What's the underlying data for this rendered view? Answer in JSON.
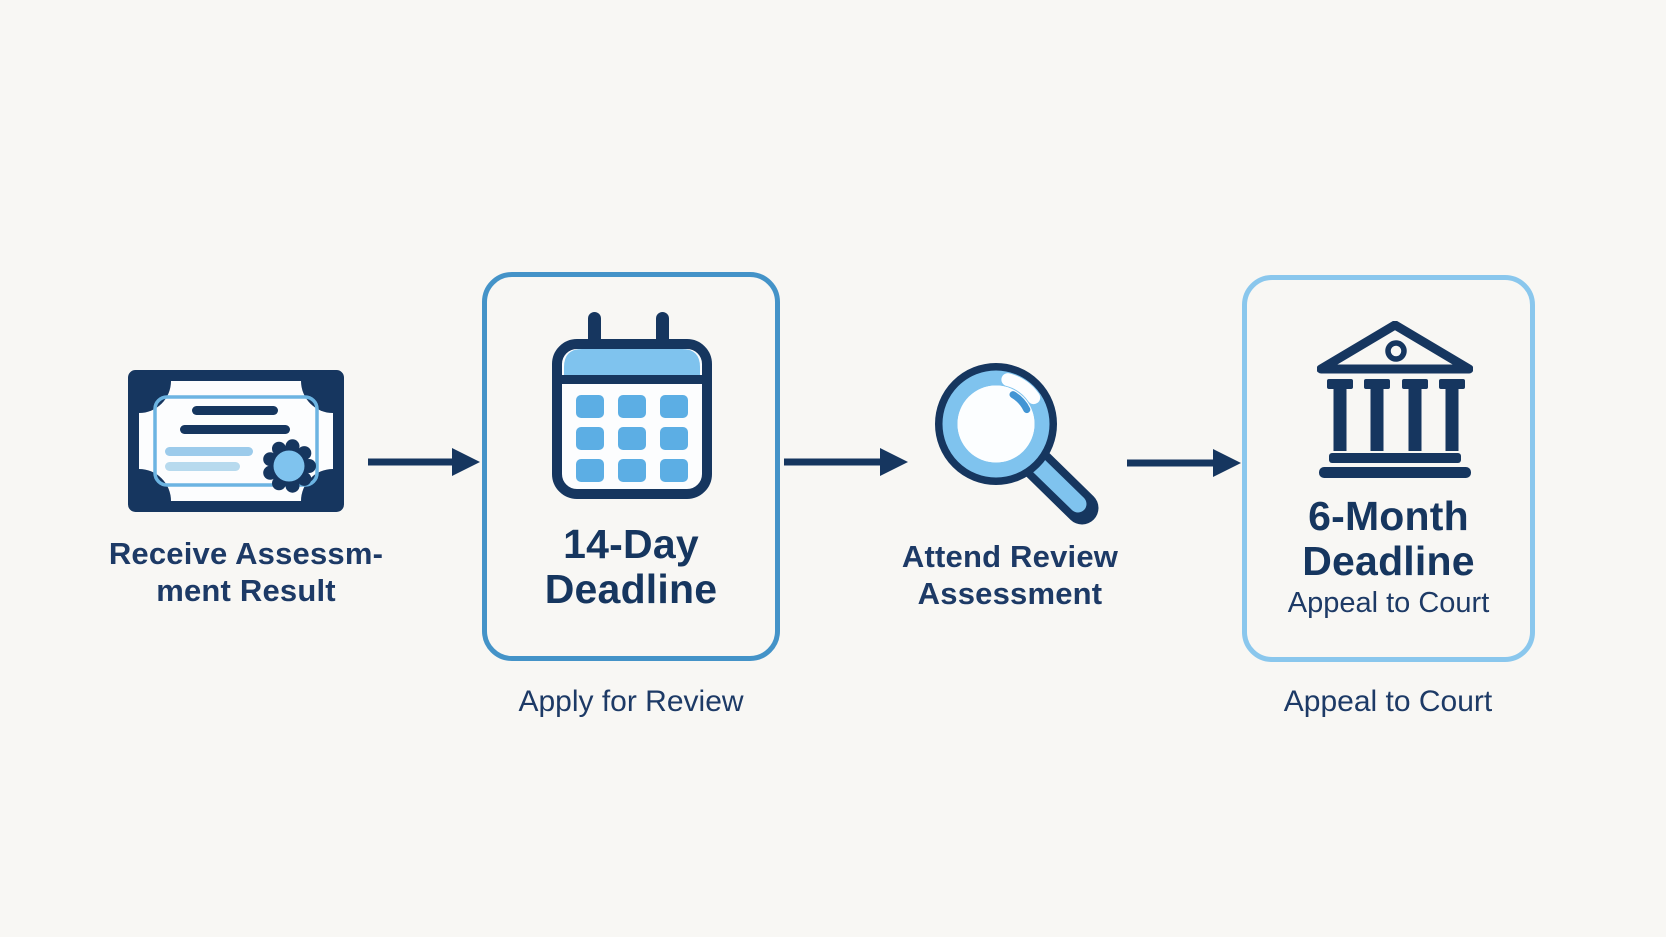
{
  "colors": {
    "background": "#f8f7f4",
    "ink": "#16365f",
    "text": "#1d3a66",
    "box1_border": "#4493c8",
    "box2_border": "#8ac7ed",
    "light_blue": "#7fc3ee",
    "mid_blue": "#5caee4",
    "inner_border": "#6cb4e2",
    "pale_line": "#9ccbeb",
    "paler_line": "#b7daee",
    "accent_arc": "#4295d4"
  },
  "steps": [
    {
      "icon": "certificate-icon",
      "label": "Receive Assessm-\nment Result"
    },
    {
      "icon": "calendar-icon",
      "boxed": true,
      "title": "14-Day\nDeadline",
      "caption": "Apply for Review"
    },
    {
      "icon": "magnifier-icon",
      "label": "Attend Review\nAssessment"
    },
    {
      "icon": "court-building-icon",
      "boxed": true,
      "title": "6-Month\nDeadline",
      "subtitle": "Appeal to Court",
      "caption": "Appeal to Court"
    }
  ],
  "connectors": [
    {
      "icon": "arrow-right-icon"
    },
    {
      "icon": "arrow-right-icon"
    },
    {
      "icon": "arrow-right-icon"
    }
  ]
}
